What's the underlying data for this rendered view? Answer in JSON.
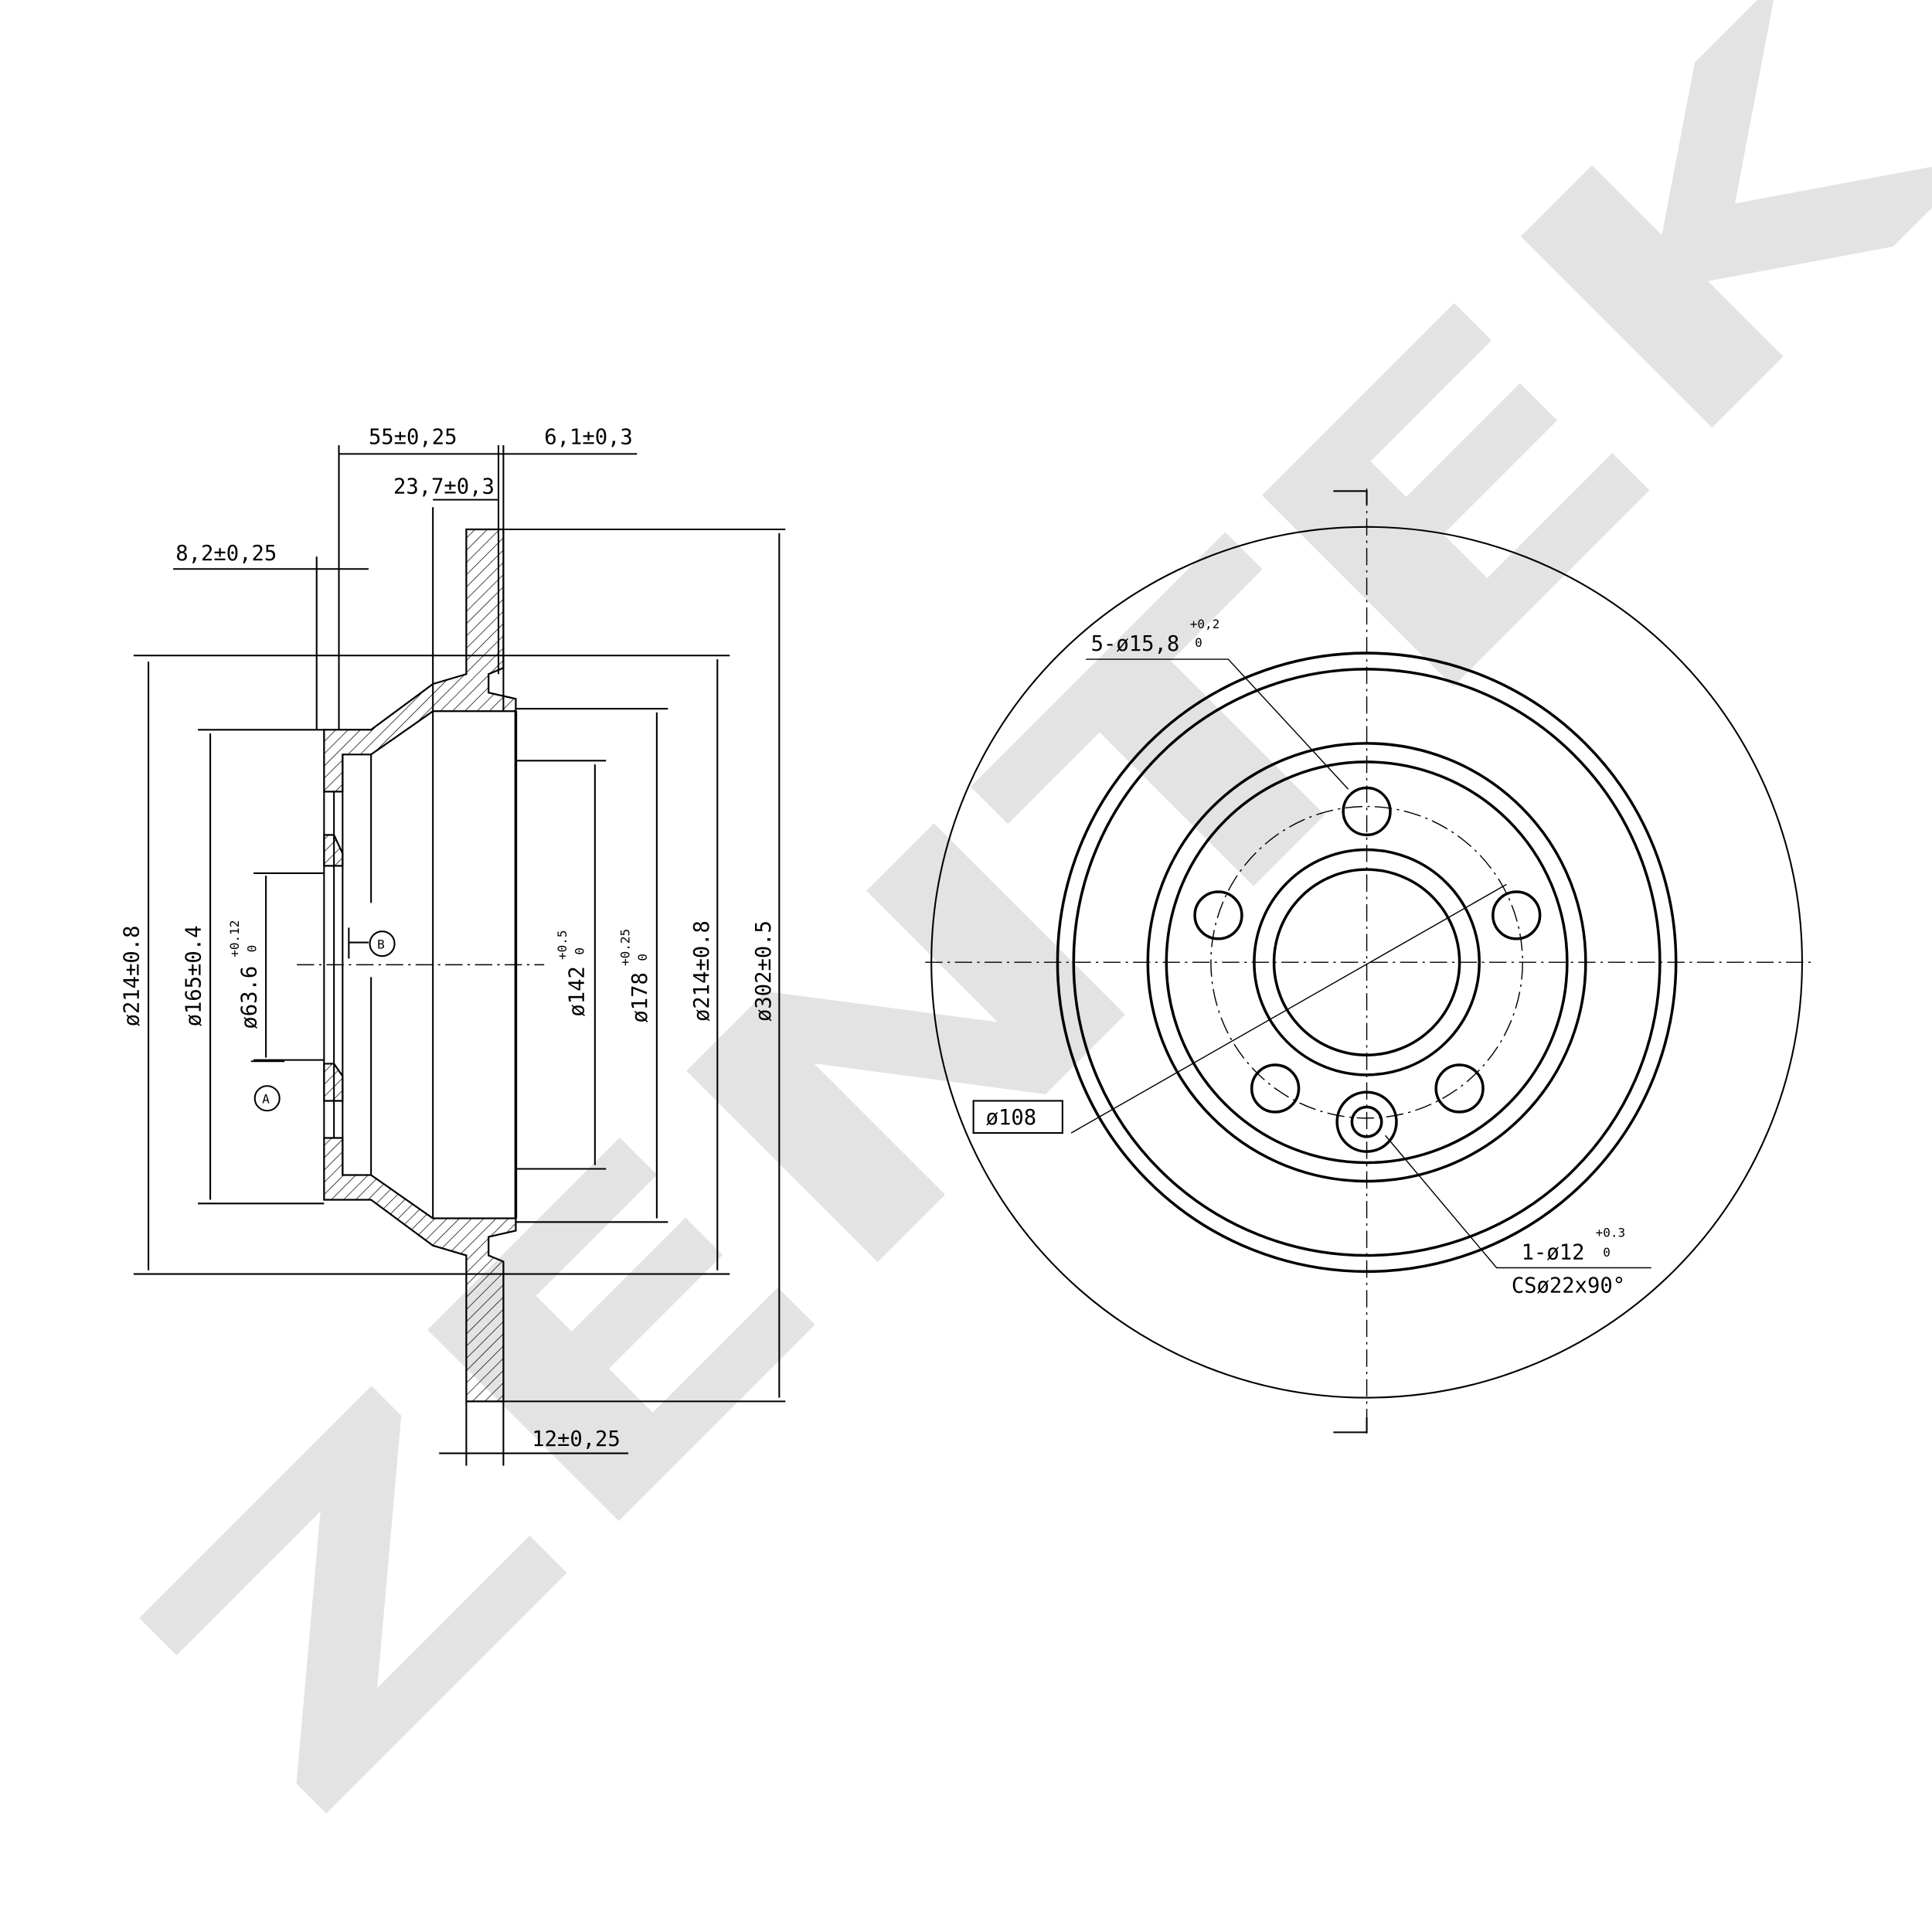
{
  "watermark": "ZENTEK",
  "colors": {
    "line": "#000000",
    "watermark": "#e3e3e3",
    "background": "#ffffff"
  },
  "section_view": {
    "dim_55": "55±0,25",
    "dim_6_1": "6,1±0,3",
    "dim_23_7": "23,7±0,3",
    "dim_8_2": "8,2±0,25",
    "dim_12": "12±0,25",
    "dim_d214_left": "ø214±0.8",
    "dim_d165": "ø165±0.4",
    "dim_d63_6": {
      "base": "ø63.6",
      "upper": "+0.12",
      "lower": "0"
    },
    "dim_d142": {
      "base": "ø142",
      "upper": "+0.5",
      "lower": "0"
    },
    "dim_d178": {
      "base": "ø178",
      "upper": "+0.25",
      "lower": "0"
    },
    "dim_d214_right": "ø214±0.8",
    "dim_d302": "ø302±0.5",
    "datum_a": "A",
    "datum_b": "B"
  },
  "front_view": {
    "bolt_holes": {
      "base": "5-ø15,8",
      "upper": "+0,2",
      "lower": "0"
    },
    "pcd": "ø108",
    "locator_hole": {
      "base": "1-ø12",
      "upper": "+0.3",
      "lower": "0"
    },
    "countersink": "CSø22x90°"
  }
}
